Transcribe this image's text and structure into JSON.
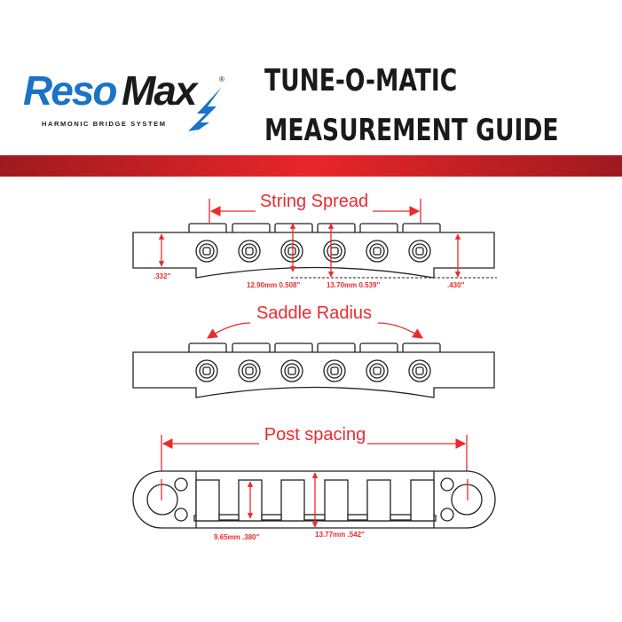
{
  "logo": {
    "brand_part1": "Reso",
    "brand_part2": "Max",
    "registered": "®",
    "tagline": "HARMONIC BRIDGE SYSTEM",
    "colors": {
      "blue": "#1a73c4",
      "black": "#1a1a1a"
    }
  },
  "title": {
    "line1": "TUNE-O-MATIC",
    "line2": "MEASUREMENT GUIDE"
  },
  "accent_color": "#d42027",
  "diagrams": {
    "string_spread": {
      "label": "String Spread",
      "left_height": ".332\"",
      "center_left": "12.90mm 0.508\"",
      "center_right": "13.70mm 0.539\"",
      "right_height": ".430\""
    },
    "saddle_radius": {
      "label": "Saddle Radius"
    },
    "post_spacing": {
      "label": "Post spacing",
      "slot_depth": "9.65mm .380\"",
      "body_width": "13.77mm .542\""
    }
  }
}
